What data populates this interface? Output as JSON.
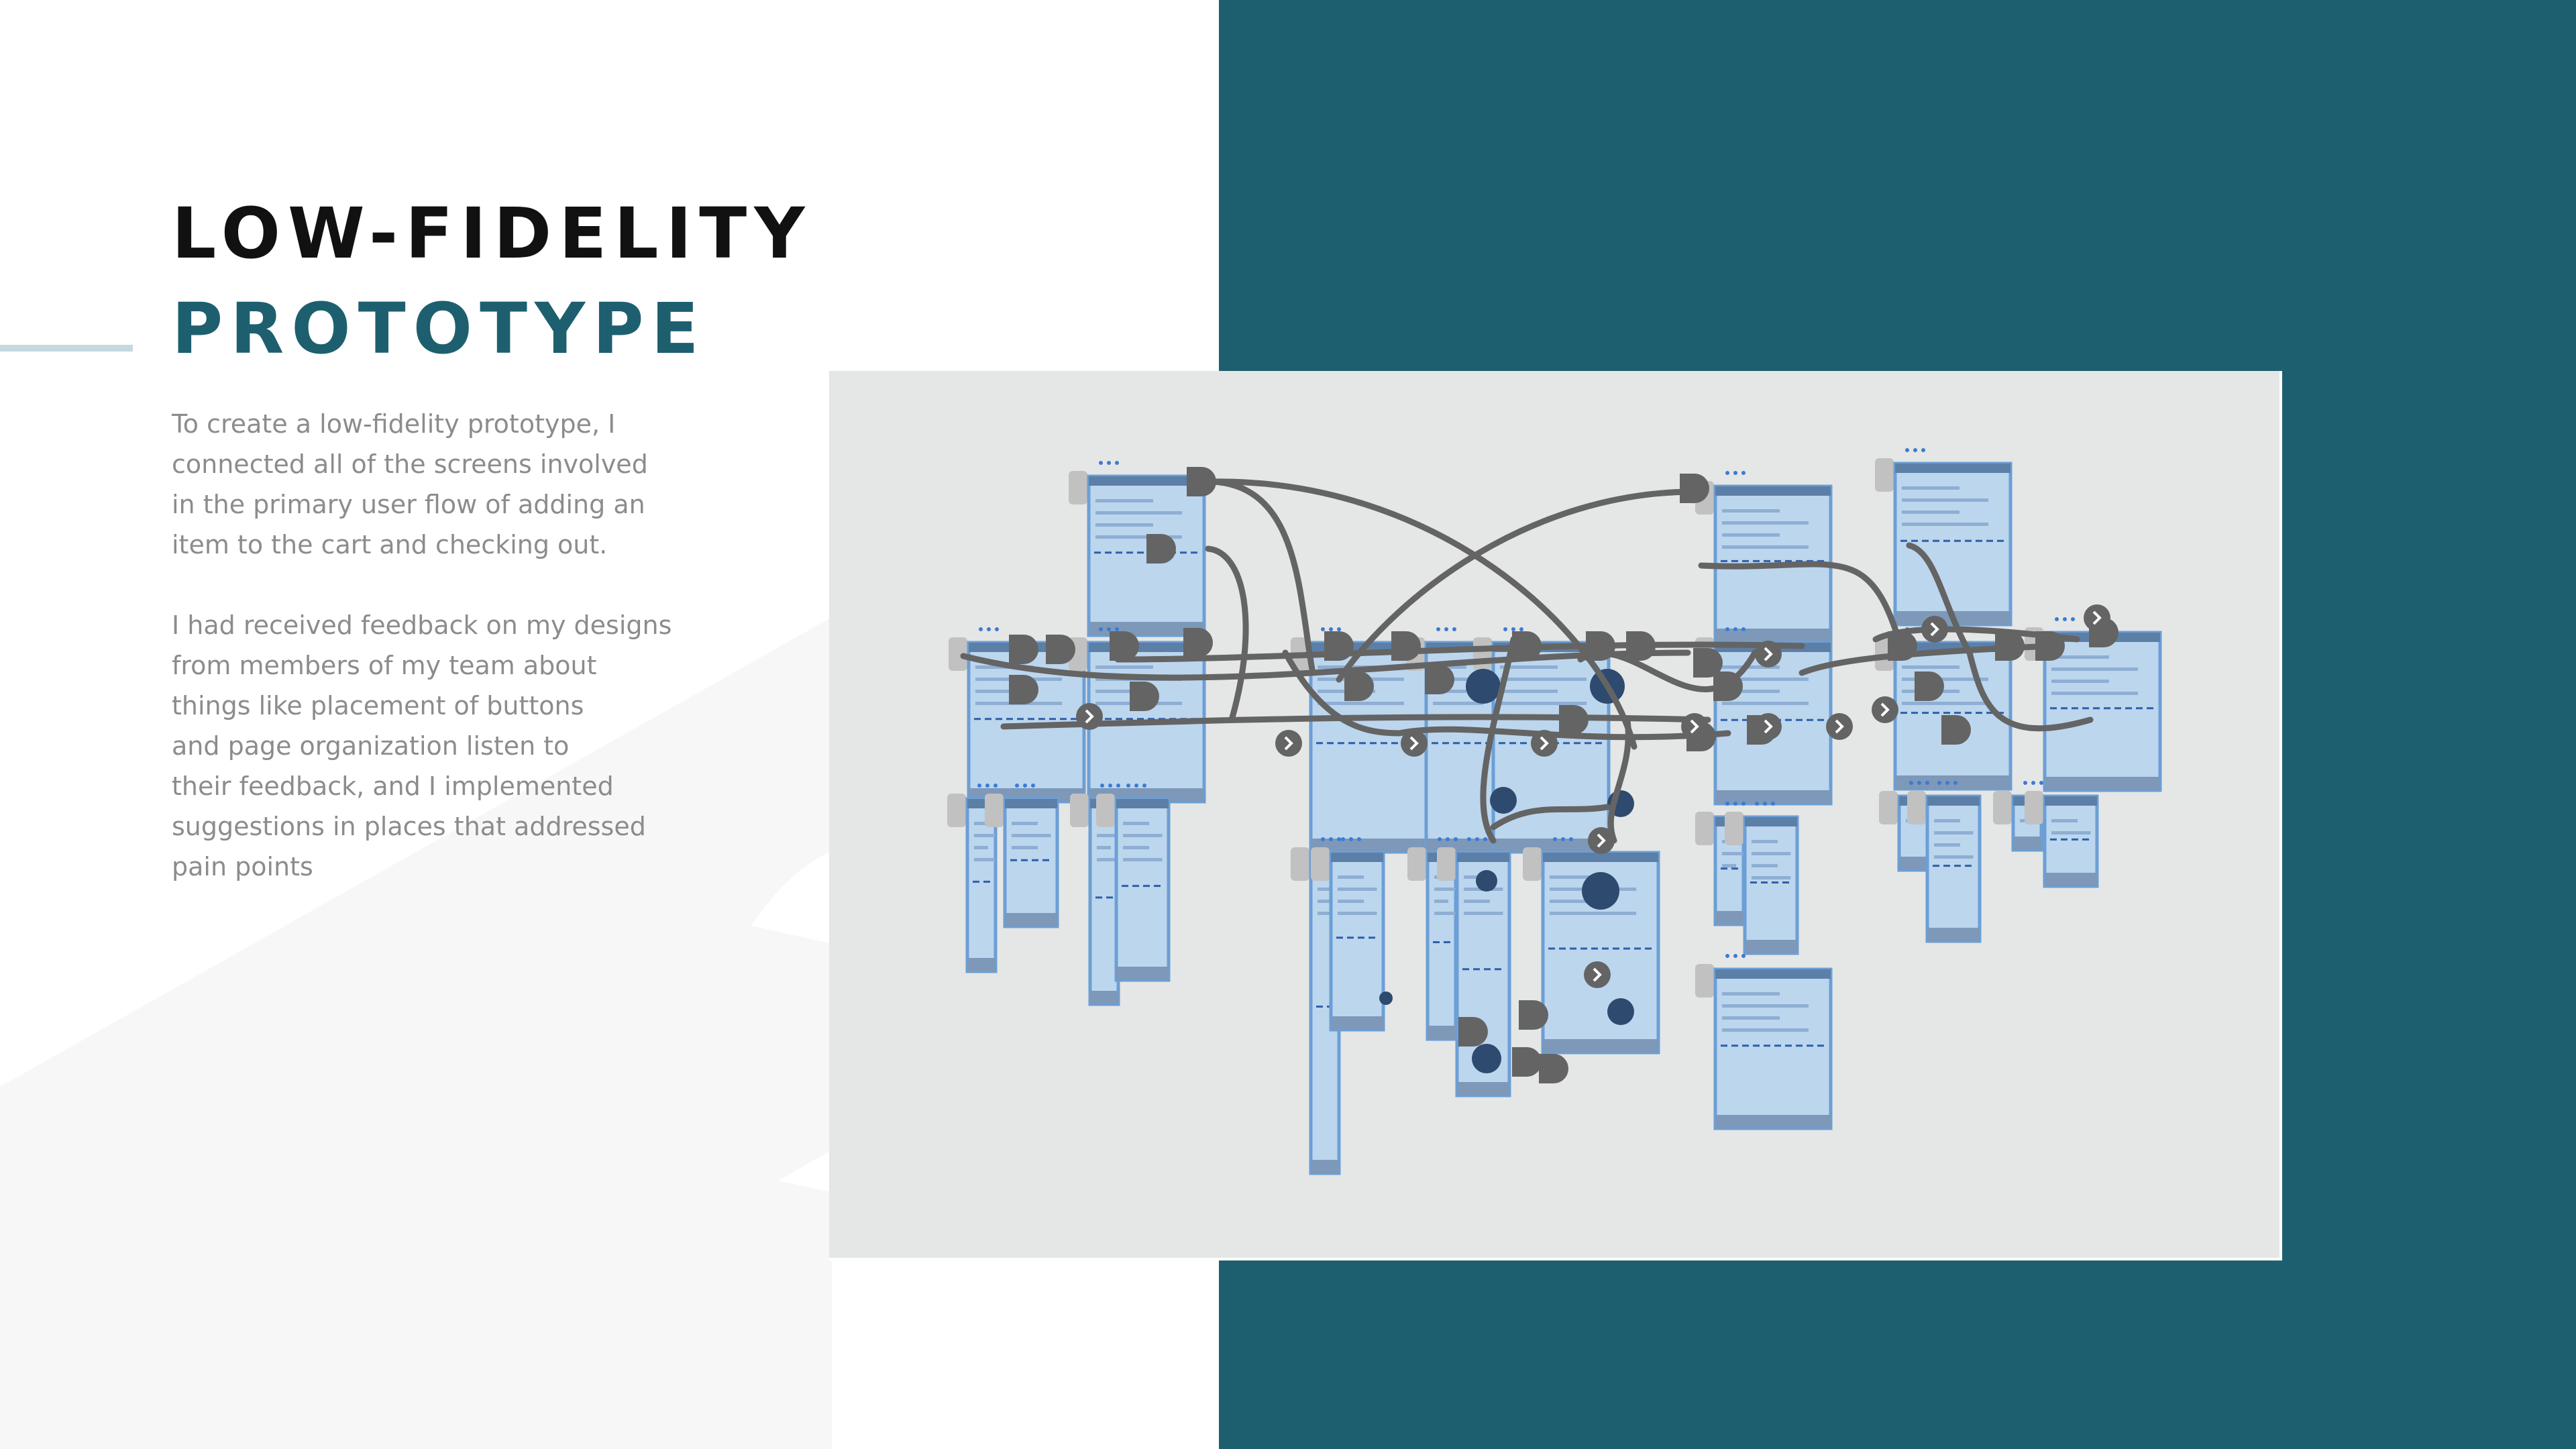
{
  "slide": {
    "title_line1": "LOW-FIDELITY",
    "title_line2": "PROTOTYPE",
    "paragraph1": "To create a low-fidelity prototype, I\nconnected all of the screens involved\nin the primary user flow of adding an\nitem to the cart and checking out.",
    "paragraph2": "I had received feedback on my designs\nfrom members of my team about\nthings like placement of buttons\nand page organization listen to\ntheir feedback, and I implemented\nsuggestions in places that addressed\npain points"
  },
  "colors": {
    "background": "#ffffff",
    "teal_panel": "#1e5f6f",
    "title_dark": "#111111",
    "title_accent": "#1e5f6f",
    "body_text": "#8c8c8c",
    "accent_line": "#c4d9df",
    "canvas": "#e5e6e6",
    "frame_fill": "#bcd6ee",
    "frame_border": "#6b9fd6",
    "connector": "#646464",
    "swoosh": "#f7f7f7"
  },
  "prototype": {
    "description": "Figma prototype canvas of wireframe screens connected by flow arrows",
    "screen_icons": "frame-thumbnails",
    "connector_icons": "flow-connector"
  }
}
